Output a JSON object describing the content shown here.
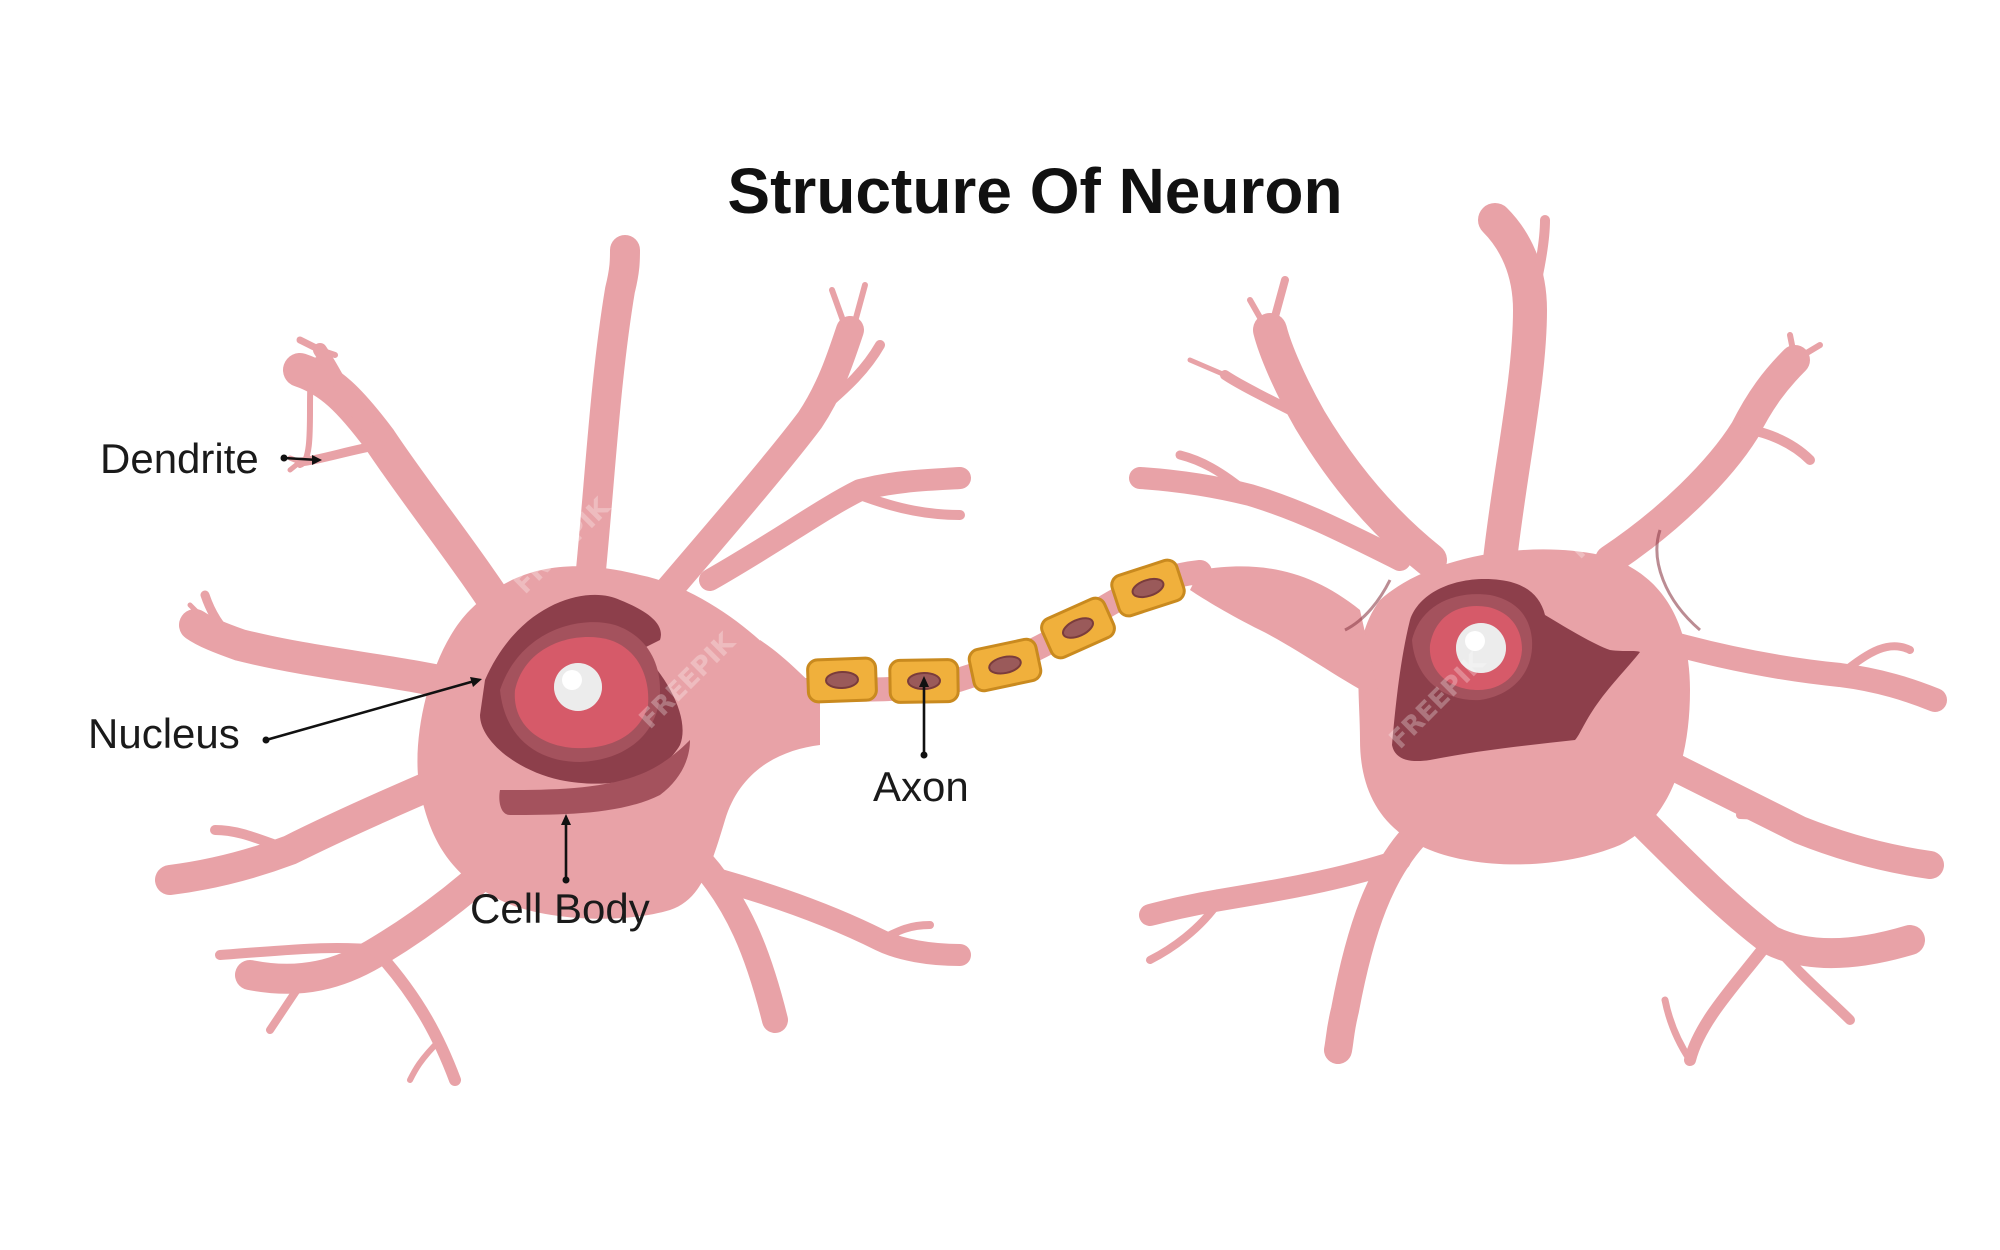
{
  "title": "Structure Of Neuron",
  "labels": {
    "dendrite": "Dendrite",
    "nucleus": "Nucleus",
    "cell_body": "Cell Body",
    "axon": "Axon"
  },
  "watermark": "FREEPIK",
  "colors": {
    "membrane": "#e8a2a7",
    "nucleus_outer": "#8d3f4b",
    "nucleus_mid": "#a4525d",
    "nucleus_inner": "#d65a69",
    "myelin_sheath": "#f0b03c",
    "myelin_outline": "#c98a1f",
    "myelin_nucleus": "#9a5a5a",
    "text": "#111111"
  }
}
